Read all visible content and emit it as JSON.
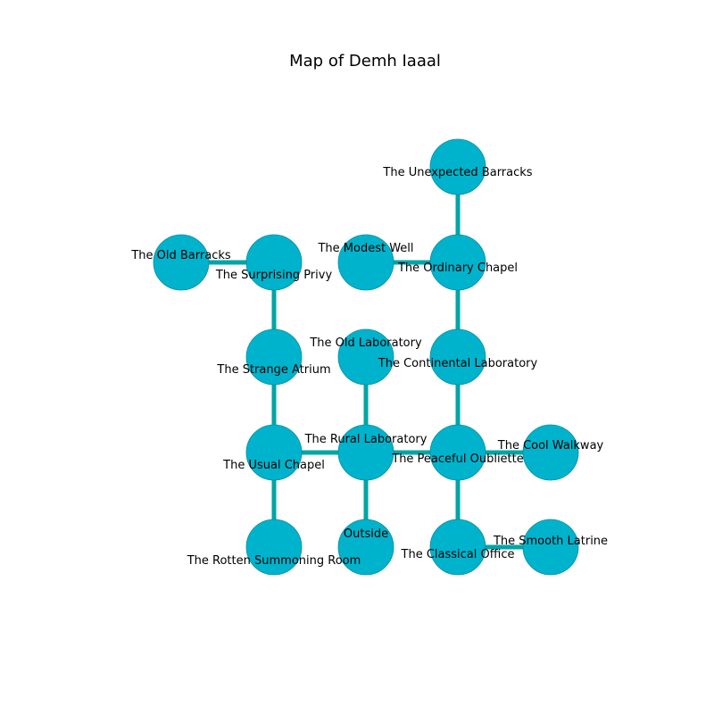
{
  "title": "Map of Demh Iaaal",
  "colors": {
    "node_fill": "#00b3cc",
    "node_stroke": "#0a8ca0",
    "edge": "#00a5a5"
  },
  "rooms": [
    {
      "id": "unexpected_barracks",
      "label": "The Unexpected Barracks"
    },
    {
      "id": "old_barracks",
      "label": "The Old Barracks"
    },
    {
      "id": "surprising_privy",
      "label": "The Surprising Privy"
    },
    {
      "id": "modest_well",
      "label": "The Modest Well"
    },
    {
      "id": "ordinary_chapel",
      "label": "The Ordinary Chapel"
    },
    {
      "id": "strange_atrium",
      "label": "The Strange Atrium"
    },
    {
      "id": "old_laboratory",
      "label": "The Old Laboratory"
    },
    {
      "id": "continental_laboratory",
      "label": "The Continental Laboratory"
    },
    {
      "id": "usual_chapel",
      "label": "The Usual Chapel"
    },
    {
      "id": "rural_laboratory",
      "label": "The Rural Laboratory"
    },
    {
      "id": "peaceful_oubliette",
      "label": "The Peaceful Oubliette"
    },
    {
      "id": "cool_walkway",
      "label": "The Cool Walkway"
    },
    {
      "id": "rotten_summoning_room",
      "label": "The Rotten Summoning Room"
    },
    {
      "id": "outside",
      "label": "Outside"
    },
    {
      "id": "classical_office",
      "label": "The Classical Office"
    },
    {
      "id": "smooth_latrine",
      "label": "The Smooth Latrine"
    }
  ],
  "connections": [
    [
      "unexpected_barracks",
      "ordinary_chapel"
    ],
    [
      "old_barracks",
      "surprising_privy"
    ],
    [
      "modest_well",
      "ordinary_chapel"
    ],
    [
      "surprising_privy",
      "strange_atrium"
    ],
    [
      "ordinary_chapel",
      "continental_laboratory"
    ],
    [
      "strange_atrium",
      "usual_chapel"
    ],
    [
      "old_laboratory",
      "rural_laboratory"
    ],
    [
      "continental_laboratory",
      "peaceful_oubliette"
    ],
    [
      "usual_chapel",
      "rural_laboratory"
    ],
    [
      "rural_laboratory",
      "peaceful_oubliette"
    ],
    [
      "peaceful_oubliette",
      "cool_walkway"
    ],
    [
      "usual_chapel",
      "rotten_summoning_room"
    ],
    [
      "rural_laboratory",
      "outside"
    ],
    [
      "peaceful_oubliette",
      "classical_office"
    ],
    [
      "classical_office",
      "smooth_latrine"
    ]
  ]
}
